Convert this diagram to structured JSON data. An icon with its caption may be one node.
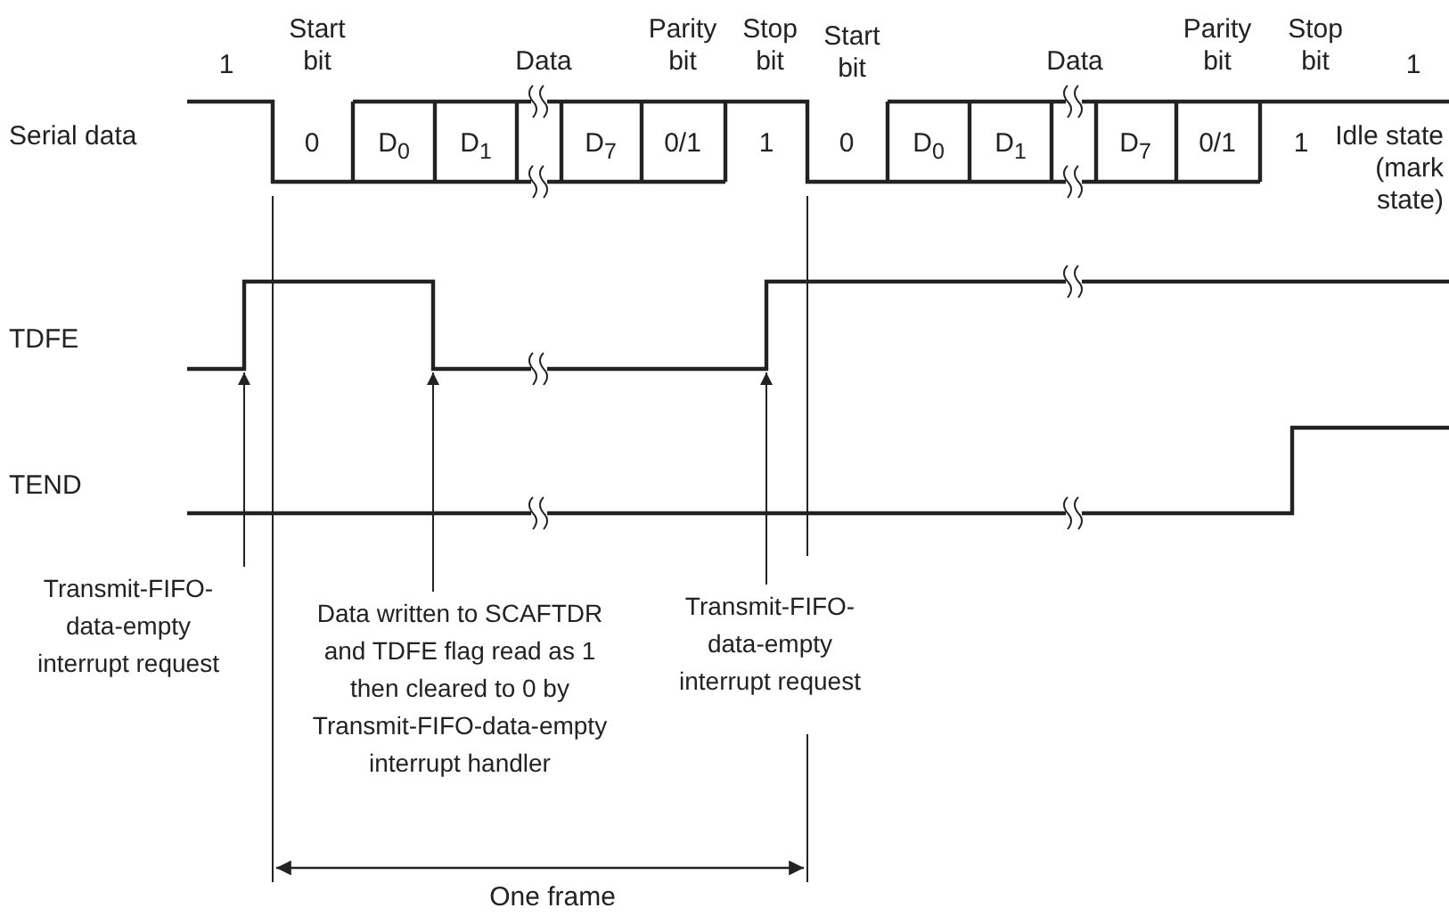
{
  "diagram": {
    "nodes": [
      {
        "text": [
          "Transmit-FIFO-data-empty interrupt request"
        ]
      },
      {
        "text": [
          "Data written to SCAFTDR and TDFE flag read as 1 then cleared to 0 by Transmit-FIFO-data-empty interrupt handler"
        ]
      },
      {
        "text": [
          "Transmit-FIFO-data-empty interrupt request"
        ]
      }
    ],
    "edges": [
      {
        "from": 0,
        "to": null,
        "arrow": "to"
      },
      {
        "from": 1,
        "to": null,
        "arrow": "to"
      },
      {
        "from": 2,
        "to": null,
        "arrow": "to"
      }
    ],
    "labels": [
      "1",
      "Start bit",
      "Data",
      "Parity bit",
      "Stop bit",
      "Start bit",
      "Data",
      "Parity bit",
      "Stop bit",
      "1",
      "Serial data",
      "0",
      "D$_{0}$",
      "D$_{1}$",
      "D$_{7}$",
      "0/1",
      "1",
      "0",
      "D$_{0}$",
      "D$_{1}$",
      "D$_{7}$",
      "0/1",
      "1",
      "Idle state (mark state)",
      "TDFE",
      "TEND",
      "One frame"
    ]
  }
}
